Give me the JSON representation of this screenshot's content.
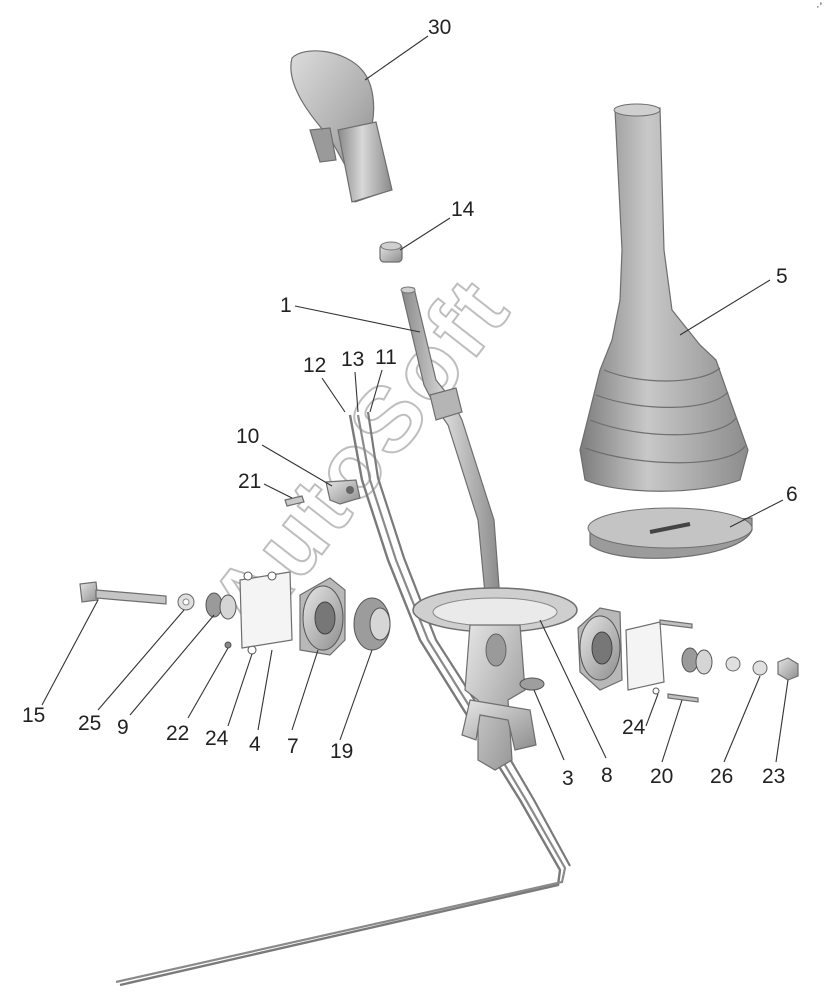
{
  "diagram": {
    "watermark": "AutoSoft",
    "corner_mark": "·’",
    "callouts": [
      {
        "id": "c30",
        "label": "30"
      },
      {
        "id": "c14",
        "label": "14"
      },
      {
        "id": "c1",
        "label": "1"
      },
      {
        "id": "c5",
        "label": "5"
      },
      {
        "id": "c12",
        "label": "12"
      },
      {
        "id": "c13",
        "label": "13"
      },
      {
        "id": "c11",
        "label": "11"
      },
      {
        "id": "c10",
        "label": "10"
      },
      {
        "id": "c21",
        "label": "21"
      },
      {
        "id": "c6",
        "label": "6"
      },
      {
        "id": "c15",
        "label": "15"
      },
      {
        "id": "c25",
        "label": "25"
      },
      {
        "id": "c9",
        "label": "9"
      },
      {
        "id": "c22",
        "label": "22"
      },
      {
        "id": "c24a",
        "label": "24"
      },
      {
        "id": "c4",
        "label": "4"
      },
      {
        "id": "c7",
        "label": "7"
      },
      {
        "id": "c19",
        "label": "19"
      },
      {
        "id": "c3",
        "label": "3"
      },
      {
        "id": "c8",
        "label": "8"
      },
      {
        "id": "c24b",
        "label": "24"
      },
      {
        "id": "c20",
        "label": "20"
      },
      {
        "id": "c26",
        "label": "26"
      },
      {
        "id": "c23",
        "label": "23"
      }
    ]
  }
}
